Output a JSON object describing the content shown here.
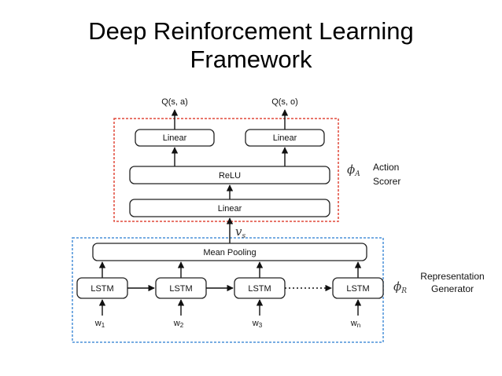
{
  "title": {
    "line1": "Deep Reinforcement Learning",
    "line2": "Framework"
  },
  "diagram": {
    "outputs": {
      "left": "Q(s, a)",
      "right": "Q(s, o)"
    },
    "action_scorer": {
      "linear_left": "Linear",
      "linear_right": "Linear",
      "relu": "ReLU",
      "linear_bottom": "Linear",
      "phi_symbol": "ϕ",
      "phi_subscript": "A",
      "label_line1": "Action",
      "label_line2": "Scorer",
      "border_color": "#e0483a"
    },
    "vs_symbol": "v",
    "vs_subscript": "s",
    "representation_generator": {
      "mean_pooling": "Mean Pooling",
      "lstm_labels": [
        "LSTM",
        "LSTM",
        "LSTM",
        "LSTM"
      ],
      "inputs": [
        {
          "base": "w",
          "sub": "1"
        },
        {
          "base": "w",
          "sub": "2"
        },
        {
          "base": "w",
          "sub": "3"
        },
        {
          "base": "w",
          "sub": "n"
        }
      ],
      "phi_symbol": "ϕ",
      "phi_subscript": "R",
      "label_line1": "Representation",
      "label_line2": "Generator",
      "border_color": "#4a90d9"
    }
  }
}
